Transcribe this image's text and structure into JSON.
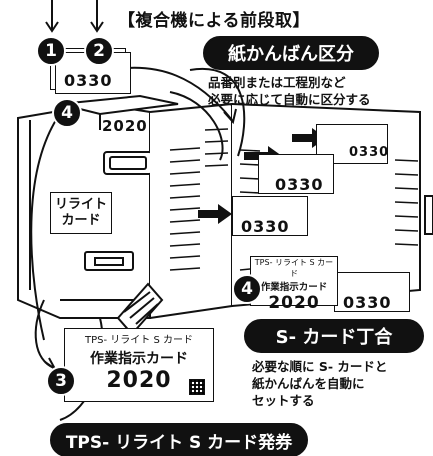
{
  "title": "【複合機による前段取】",
  "badges": {
    "one": "1",
    "two": "2",
    "three": "3",
    "four_top": "4",
    "four_card": "4"
  },
  "kanban_stack_top": {
    "number": "0330"
  },
  "section": {
    "label": "紙かんばん区分",
    "desc_line1": "品番別または工程別など",
    "desc_line2": "必要に応じて自動に区分する"
  },
  "shelf_kanbans": [
    {
      "number": "0330"
    },
    {
      "number": "0330"
    },
    {
      "number": "0330"
    },
    {
      "number": "0330"
    }
  ],
  "machine": {
    "rewrite_card_label_line1": "リライト",
    "rewrite_card_label_line2": "カード",
    "display_value": "2020"
  },
  "mid_card": {
    "header": "TPS- リライト S カード",
    "title": "作業指示カード",
    "year": "2020"
  },
  "front_card": {
    "header": "TPS- リライト S カード",
    "title": "作業指示カード",
    "year": "2020"
  },
  "merge": {
    "label": "S- カード丁合",
    "desc_line1": "必要な順に S- カードと",
    "desc_line2": "紙かんばんを自動に",
    "desc_line3": "セットする"
  },
  "issue": {
    "label": "TPS- リライト S カード発券"
  }
}
